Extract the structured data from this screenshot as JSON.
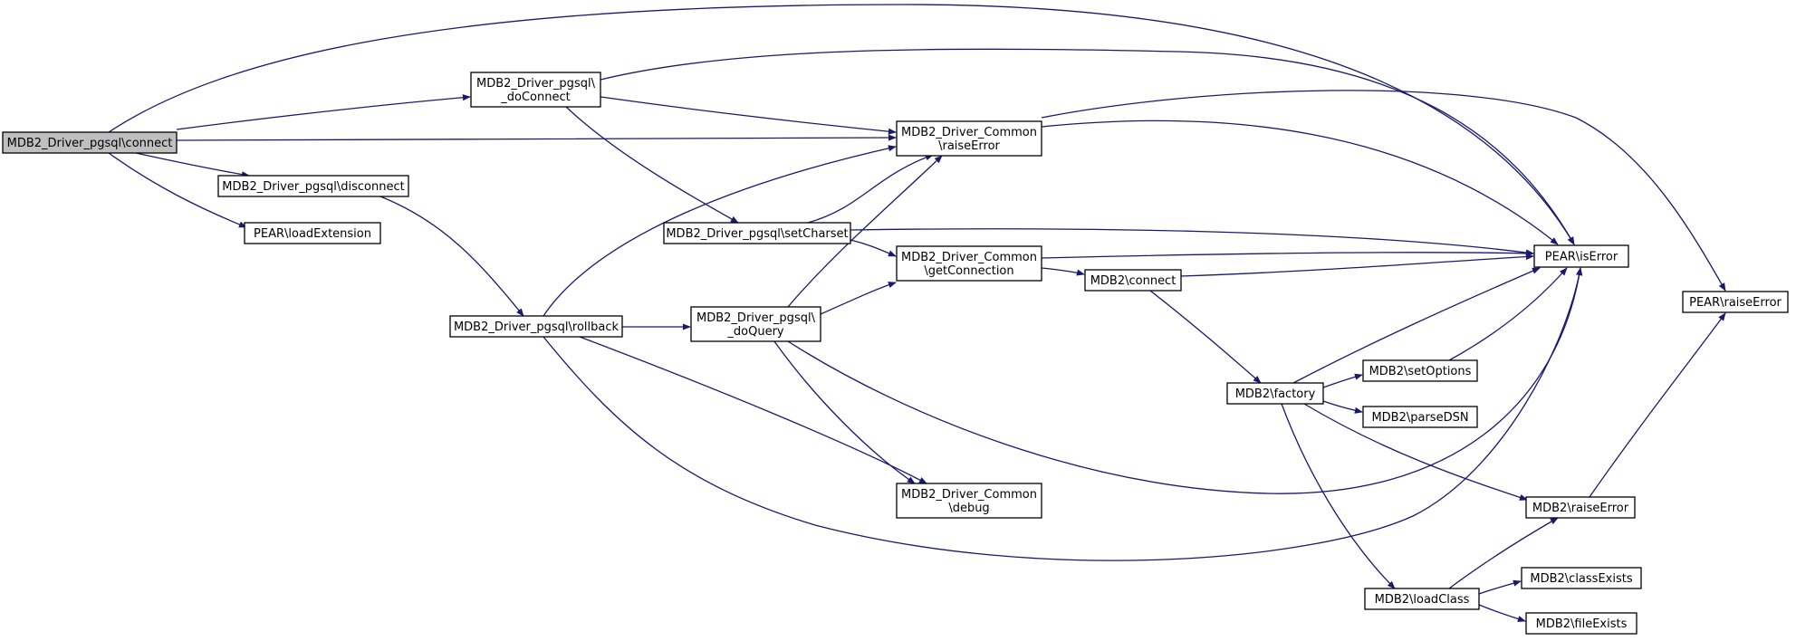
{
  "graph": {
    "colors": {
      "edge": "#191970",
      "node_fill": "#ffffff",
      "root_fill": "#bfbfbf",
      "border": "#000000"
    },
    "nodes": [
      {
        "id": "pgsql_connect",
        "label": [
          "MDB2_Driver_pgsql\\connect"
        ],
        "root": true
      },
      {
        "id": "pgsql_doConnect",
        "label": [
          "MDB2_Driver_pgsql\\",
          "_doConnect"
        ]
      },
      {
        "id": "pgsql_disconnect",
        "label": [
          "MDB2_Driver_pgsql\\disconnect"
        ]
      },
      {
        "id": "pear_loadExtension",
        "label": [
          "PEAR\\loadExtension"
        ]
      },
      {
        "id": "common_raiseError",
        "label": [
          "MDB2_Driver_Common",
          "\\raiseError"
        ]
      },
      {
        "id": "pgsql_setCharset",
        "label": [
          "MDB2_Driver_pgsql\\setCharset"
        ]
      },
      {
        "id": "common_getConnection",
        "label": [
          "MDB2_Driver_Common",
          "\\getConnection"
        ]
      },
      {
        "id": "pgsql_rollback",
        "label": [
          "MDB2_Driver_pgsql\\rollback"
        ]
      },
      {
        "id": "pgsql_doQuery",
        "label": [
          "MDB2_Driver_pgsql\\",
          "_doQuery"
        ]
      },
      {
        "id": "common_debug",
        "label": [
          "MDB2_Driver_Common",
          "\\debug"
        ]
      },
      {
        "id": "mdb2_connect",
        "label": [
          "MDB2\\connect"
        ]
      },
      {
        "id": "pear_isError",
        "label": [
          "PEAR\\isError"
        ]
      },
      {
        "id": "pear_raiseError",
        "label": [
          "PEAR\\raiseError"
        ]
      },
      {
        "id": "mdb2_factory",
        "label": [
          "MDB2\\factory"
        ]
      },
      {
        "id": "mdb2_setOptions",
        "label": [
          "MDB2\\setOptions"
        ]
      },
      {
        "id": "mdb2_parseDSN",
        "label": [
          "MDB2\\parseDSN"
        ]
      },
      {
        "id": "mdb2_raiseError",
        "label": [
          "MDB2\\raiseError"
        ]
      },
      {
        "id": "mdb2_loadClass",
        "label": [
          "MDB2\\loadClass"
        ]
      },
      {
        "id": "mdb2_classExists",
        "label": [
          "MDB2\\classExists"
        ]
      },
      {
        "id": "mdb2_fileExists",
        "label": [
          "MDB2\\fileExists"
        ]
      }
    ],
    "edges": [
      [
        "pgsql_connect",
        "pear_isError"
      ],
      [
        "pgsql_connect",
        "pgsql_doConnect"
      ],
      [
        "pgsql_connect",
        "common_raiseError"
      ],
      [
        "pgsql_connect",
        "pgsql_disconnect"
      ],
      [
        "pgsql_connect",
        "pear_loadExtension"
      ],
      [
        "pgsql_doConnect",
        "pear_isError"
      ],
      [
        "pgsql_doConnect",
        "common_raiseError"
      ],
      [
        "pgsql_doConnect",
        "pgsql_setCharset"
      ],
      [
        "pgsql_disconnect",
        "pgsql_rollback"
      ],
      [
        "common_raiseError",
        "pear_isError"
      ],
      [
        "common_raiseError",
        "pear_raiseError"
      ],
      [
        "pgsql_setCharset",
        "common_raiseError"
      ],
      [
        "pgsql_setCharset",
        "pear_isError"
      ],
      [
        "pgsql_setCharset",
        "common_getConnection"
      ],
      [
        "pgsql_rollback",
        "common_raiseError"
      ],
      [
        "pgsql_rollback",
        "pgsql_doQuery"
      ],
      [
        "pgsql_rollback",
        "common_debug"
      ],
      [
        "pgsql_rollback",
        "pear_isError"
      ],
      [
        "pgsql_doQuery",
        "common_raiseError"
      ],
      [
        "pgsql_doQuery",
        "common_getConnection"
      ],
      [
        "pgsql_doQuery",
        "common_debug"
      ],
      [
        "pgsql_doQuery",
        "pear_isError"
      ],
      [
        "common_getConnection",
        "pear_isError"
      ],
      [
        "common_getConnection",
        "mdb2_connect"
      ],
      [
        "mdb2_connect",
        "pear_isError"
      ],
      [
        "mdb2_connect",
        "mdb2_factory"
      ],
      [
        "mdb2_factory",
        "pear_isError"
      ],
      [
        "mdb2_factory",
        "mdb2_setOptions"
      ],
      [
        "mdb2_factory",
        "mdb2_parseDSN"
      ],
      [
        "mdb2_factory",
        "mdb2_raiseError"
      ],
      [
        "mdb2_factory",
        "mdb2_loadClass"
      ],
      [
        "mdb2_setOptions",
        "pear_isError"
      ],
      [
        "mdb2_raiseError",
        "pear_raiseError"
      ],
      [
        "mdb2_loadClass",
        "mdb2_raiseError"
      ],
      [
        "mdb2_loadClass",
        "mdb2_classExists"
      ],
      [
        "mdb2_loadClass",
        "mdb2_fileExists"
      ]
    ]
  }
}
